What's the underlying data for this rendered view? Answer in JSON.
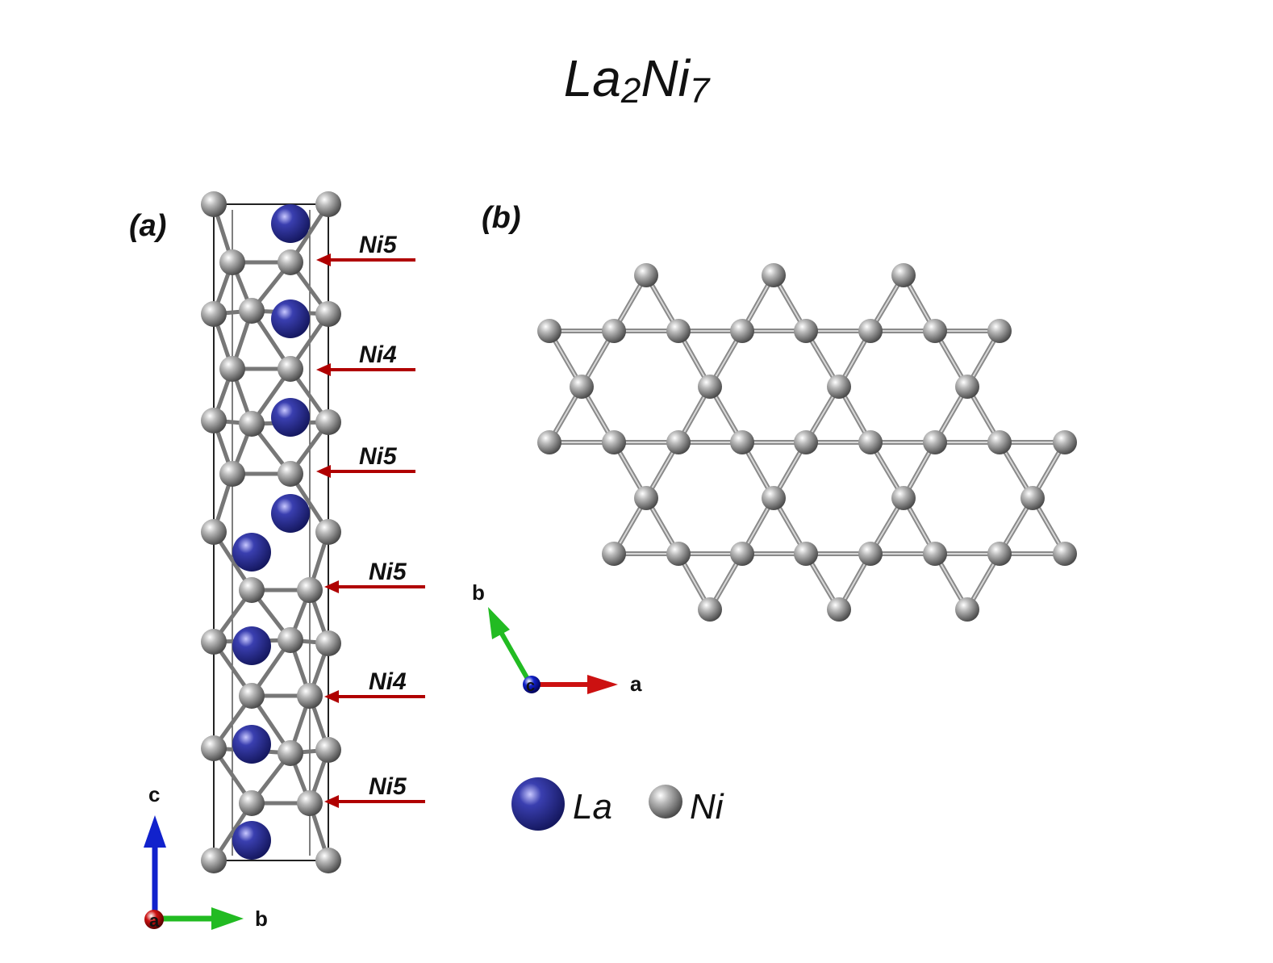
{
  "title": {
    "base1": "La",
    "sub1": "2",
    "base2": "Ni",
    "sub2": "7"
  },
  "panels": {
    "a": "(a)",
    "b": "(b)"
  },
  "site_labels": [
    "Ni5",
    "Ni4",
    "Ni5",
    "Ni5",
    "Ni4",
    "Ni5"
  ],
  "axes_a": {
    "vertical": "c",
    "horizontal": "b",
    "origin": "a"
  },
  "axes_b": {
    "vertical": "b",
    "horizontal": "a",
    "origin": "c"
  },
  "legend": [
    {
      "label": "La",
      "color": "#2a2f8f"
    },
    {
      "label": "Ni",
      "color": "#8a8a8a"
    }
  ],
  "colors": {
    "la_atom": "#2a2f8f",
    "ni_atom": "#8a8a8a",
    "bond": "#7a7a7a",
    "arrow": "#b00000",
    "axis_a": "#cc1111",
    "axis_b": "#22bb22",
    "axis_c": "#1122cc"
  }
}
